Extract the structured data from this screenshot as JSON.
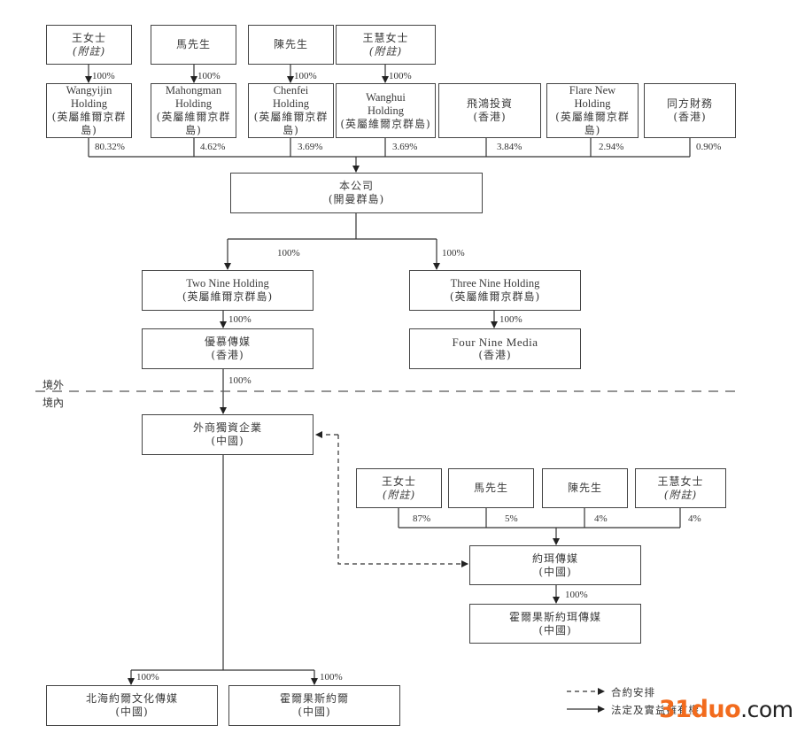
{
  "shareholders_top": [
    {
      "name": "王女士",
      "note": "(附註)"
    },
    {
      "name": "馬先生",
      "note": ""
    },
    {
      "name": "陳先生",
      "note": ""
    },
    {
      "name": "王慧女士",
      "note": "(附註)"
    }
  ],
  "top_hold_pct": "100%",
  "holdings": [
    {
      "line1": "Wangyijin",
      "line2": "Holding",
      "line3": "(英屬維爾京群島)",
      "pct": "80.32%"
    },
    {
      "line1": "Mahongman",
      "line2": "Holding",
      "line3": "(英屬維爾京群島)",
      "pct": "4.62%"
    },
    {
      "line1": "Chenfei",
      "line2": "Holding",
      "line3": "(英屬維爾京群島)",
      "pct": "3.69%"
    },
    {
      "line1": "Wanghui",
      "line2": "Holding",
      "line3": "(英屬維爾京群島)",
      "pct": "3.69%"
    },
    {
      "line1": "飛鴻投資",
      "line2": "(香港)",
      "line3": "",
      "pct": "3.84%"
    },
    {
      "line1": "Flare New",
      "line2": "Holding",
      "line3": "(英屬維爾京群島)",
      "pct": "2.94%"
    },
    {
      "line1": "同方財務",
      "line2": "(香港)",
      "line3": "",
      "pct": "0.90%"
    }
  ],
  "company": {
    "name": "本公司",
    "jurisdiction": "(開曼群島)"
  },
  "two_nine": {
    "name": "Two Nine Holding",
    "jurisdiction": "(英屬維爾京群島)",
    "pct": "100%"
  },
  "three_nine": {
    "name": "Three Nine Holding",
    "jurisdiction": "(英屬維爾京群島)",
    "pct": "100%"
  },
  "youmu": {
    "name": "優慕傳媒",
    "jurisdiction": "(香港)",
    "pct": "100%"
  },
  "four_nine": {
    "name": "Four Nine Media",
    "jurisdiction": "(香港)",
    "pct": "100%"
  },
  "wfoe": {
    "name": "外商獨資企業",
    "jurisdiction": "(中國)",
    "pct": "100%"
  },
  "regions": {
    "offshore": "境外",
    "onshore": "境內"
  },
  "opco_shareholders": [
    {
      "name": "王女士",
      "note": "(附註)",
      "pct": "87%"
    },
    {
      "name": "馬先生",
      "note": "",
      "pct": "5%"
    },
    {
      "name": "陳先生",
      "note": "",
      "pct": "4%"
    },
    {
      "name": "王慧女士",
      "note": "(附註)",
      "pct": "4%"
    }
  ],
  "opco": {
    "name": "約珥傳媒",
    "jurisdiction": "(中國)"
  },
  "opco_sub": {
    "name": "霍爾果斯約珥傳媒",
    "jurisdiction": "(中國)",
    "pct": "100%"
  },
  "wfoe_subs": [
    {
      "name": "北海約爾文化傳媒",
      "jurisdiction": "(中國)",
      "pct": "100%"
    },
    {
      "name": "霍爾果斯約爾",
      "jurisdiction": "(中國)",
      "pct": "100%"
    }
  ],
  "legend": {
    "contractual": "合約安排",
    "ownership": "法定及實益擁有權"
  },
  "watermark": {
    "num": "31duo",
    "dom": ".com"
  }
}
